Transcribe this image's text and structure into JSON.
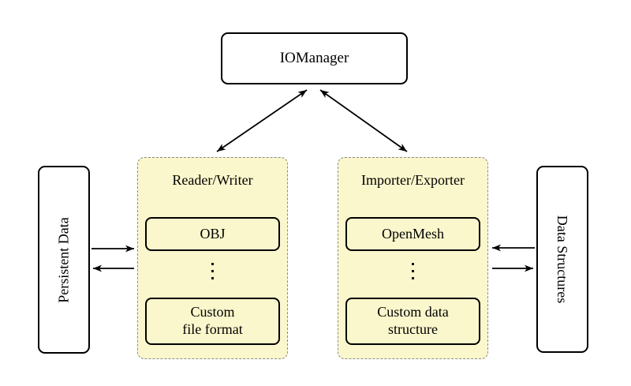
{
  "diagram": {
    "manager": {
      "label": "IOManager"
    },
    "persistent": {
      "label": "Persistent Data"
    },
    "structures": {
      "label": "Data Structures"
    },
    "groups": [
      {
        "label": "Reader/Writer",
        "items": [
          {
            "label": "OBJ"
          },
          {
            "line1": "Custom",
            "line2": "file format"
          }
        ]
      },
      {
        "label": "Importer/Exporter",
        "items": [
          {
            "label": "OpenMesh"
          },
          {
            "line1": "Custom data",
            "line2": "structure"
          }
        ]
      }
    ],
    "edges": [
      {
        "from": "IOManager",
        "to": "Reader/Writer",
        "bidirectional": true
      },
      {
        "from": "IOManager",
        "to": "Importer/Exporter",
        "bidirectional": true
      },
      {
        "from": "Persistent Data",
        "to": "Reader/Writer",
        "bidirectional": false
      },
      {
        "from": "Reader/Writer",
        "to": "Persistent Data",
        "bidirectional": false
      },
      {
        "from": "Data Structures",
        "to": "Importer/Exporter",
        "bidirectional": false
      },
      {
        "from": "Importer/Exporter",
        "to": "Data Structures",
        "bidirectional": false
      }
    ],
    "colors": {
      "background": "#ffffff",
      "group_fill": "#fbf7cc",
      "group_border": "#8a8a8a",
      "node_border": "#000000",
      "arrow": "#000000"
    }
  }
}
